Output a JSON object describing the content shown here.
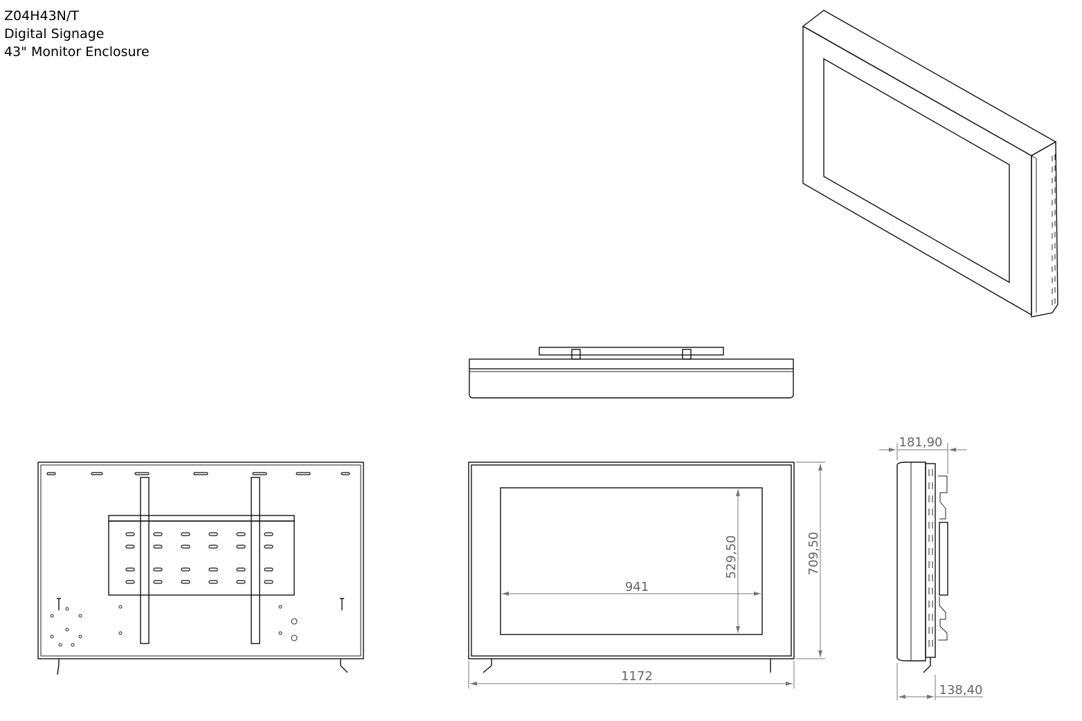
{
  "title": {
    "model": "Z04H43N/T",
    "line2": "Digital Signage",
    "line3": "43\" Monitor Enclosure"
  },
  "dimensions": {
    "window_width": "941",
    "window_height": "529,50",
    "overall_height": "709,50",
    "overall_width": "1172",
    "total_depth": "181,90",
    "enclosure_depth": "138,40"
  }
}
